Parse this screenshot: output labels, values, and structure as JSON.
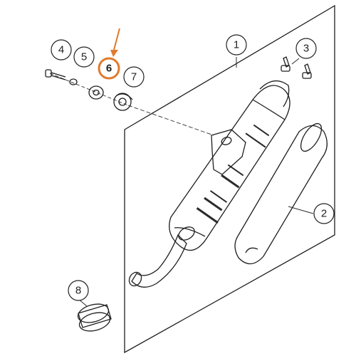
{
  "diagram": {
    "callouts": [
      {
        "id": "1",
        "label": "1",
        "highlight": false
      },
      {
        "id": "2",
        "label": "2",
        "highlight": false
      },
      {
        "id": "3",
        "label": "3",
        "highlight": false
      },
      {
        "id": "4",
        "label": "4",
        "highlight": false
      },
      {
        "id": "5",
        "label": "5",
        "highlight": false
      },
      {
        "id": "6",
        "label": "6",
        "highlight": true
      },
      {
        "id": "7",
        "label": "7",
        "highlight": false
      },
      {
        "id": "8",
        "label": "8",
        "highlight": false
      }
    ],
    "colors": {
      "line": "#1e1e1e",
      "highlight": "#e07a2e",
      "background": "#ffffff"
    }
  }
}
